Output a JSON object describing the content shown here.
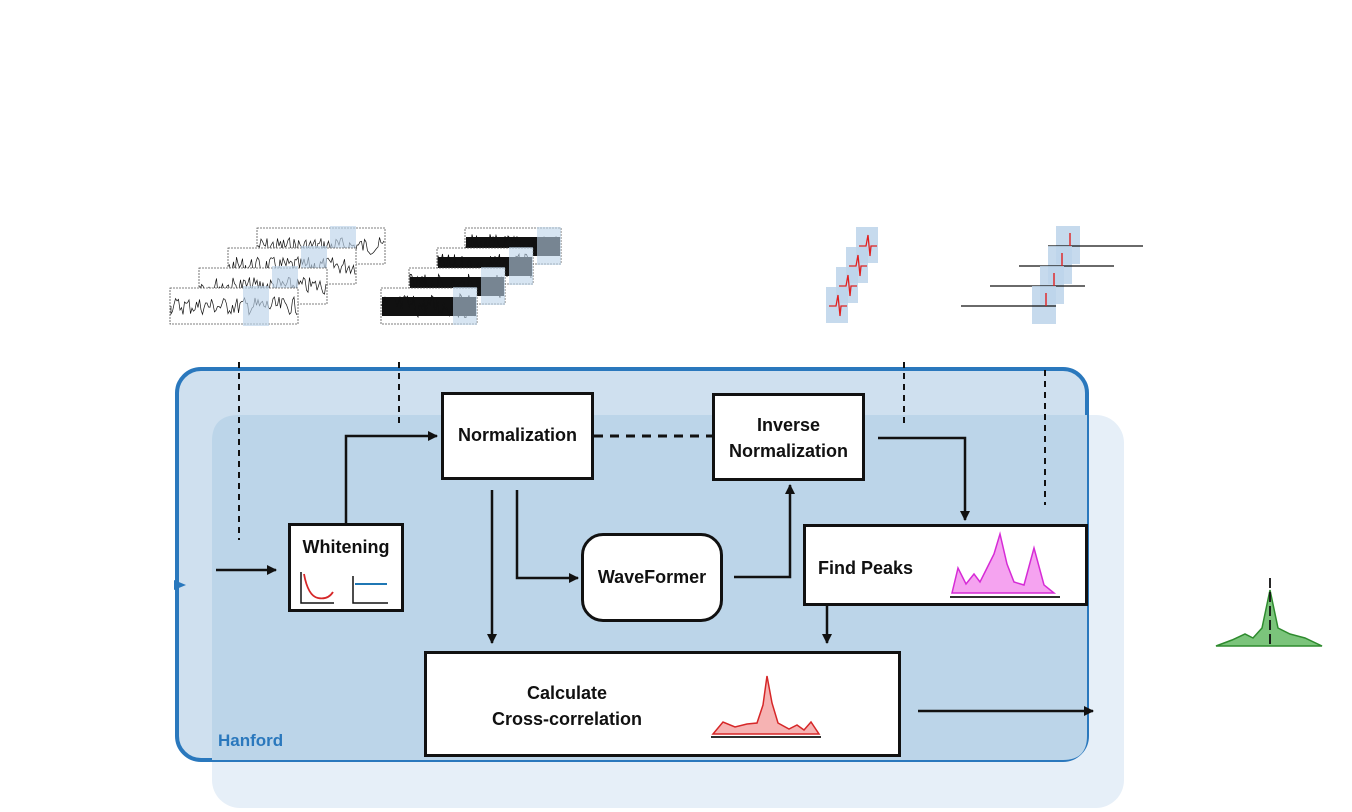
{
  "region": {
    "label": "Hanford",
    "outer_fill": "#cfe0ef",
    "border": "#2a78bd",
    "back_fill": "#e6eff8",
    "inner_fill": "#bcd5e9"
  },
  "blocks": {
    "normalization": "Normalization",
    "inverse_normalization": "Inverse\nNormalization",
    "whitening": "Whitening",
    "waveformer": "WaveFormer",
    "find_peaks": "Find Peaks",
    "cross_correlation": "Calculate\nCross-correlation"
  },
  "colors": {
    "whitening_curve": "#d62728",
    "whitening_flat": "#1f77b4",
    "peaks_fill": "#f5a3f0",
    "peaks_line": "#d62bd6",
    "xcorr_fill": "#f6b3b3",
    "xcorr_line": "#d62728",
    "output_fill": "#7bc47b",
    "output_line": "#2e8b2e",
    "highlight": "#bcd3ea",
    "spike": "#e02020"
  },
  "icons": [
    "whitening-curve-icon",
    "whitening-flat-icon",
    "find-peaks-plot-icon",
    "cross-correlation-plot-icon",
    "output-peak-icon",
    "raw-strain-stack-icon",
    "normalized-strain-stack-icon",
    "denoised-spike-stack-icon",
    "inverse-normalized-stack-icon"
  ]
}
